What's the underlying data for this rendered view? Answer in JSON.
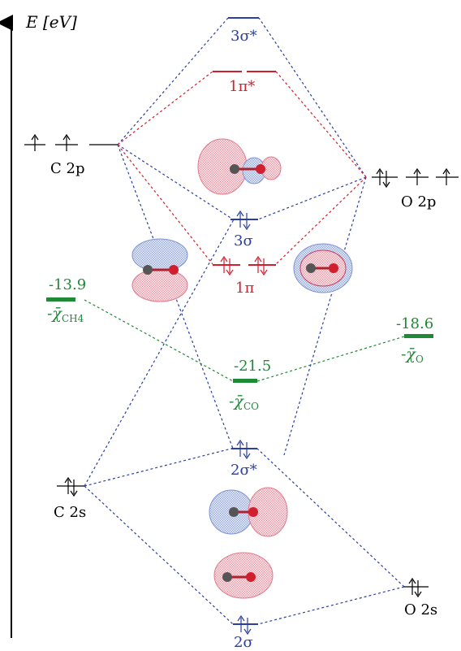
{
  "axis": {
    "label": "E [eV]"
  },
  "colors": {
    "sigma": "#2b3fa0",
    "pi": "#d01f2e",
    "ref": "#1f8a36",
    "atomic": "#000000"
  },
  "atomic_orbitals": {
    "c2p": "C 2p",
    "c2s": "C 2s",
    "o2p": "O 2p",
    "o2s": "O 2s"
  },
  "molecular_orbitals": {
    "s3_star": "3σ*",
    "p1_star": "1π*",
    "s3": "3σ",
    "p1": "1π",
    "s2_star": "2σ*",
    "s2": "2σ"
  },
  "reference_levels": [
    {
      "id": "ch4",
      "value": "-13.9",
      "label": "-χ̄",
      "sub": "CH4"
    },
    {
      "id": "co",
      "value": "-21.5",
      "label": "-χ̄",
      "sub": "CO"
    },
    {
      "id": "o",
      "value": "-18.6",
      "label": "-χ̄",
      "sub": "O"
    }
  ],
  "orbital_images": [
    "3σ lobe",
    "1π left lobe",
    "1π right lobe",
    "2σ* lobe",
    "2σ lobe"
  ]
}
